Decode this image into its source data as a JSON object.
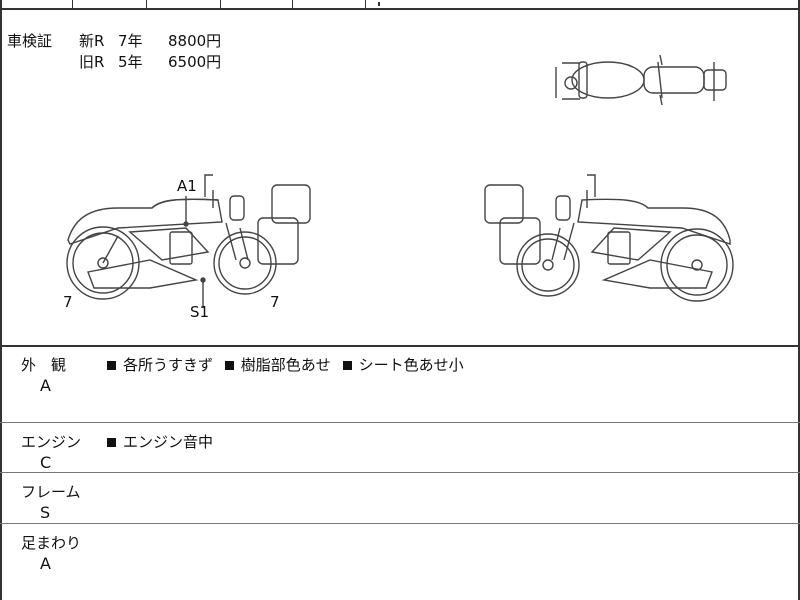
{
  "inspection": {
    "label": "車検証",
    "new": {
      "cat": "新R",
      "years": "7年",
      "fee": "8800円"
    },
    "old": {
      "cat": "旧R",
      "years": "5年",
      "fee": "6500円"
    }
  },
  "marks": {
    "a1": "A1",
    "s1": "S1",
    "left_front": "7",
    "left_rear": "7"
  },
  "sections": [
    {
      "label": "外　観",
      "grade": "A",
      "notes": [
        "各所うすきず",
        "樹脂部色あせ",
        "シート色あせ小"
      ]
    },
    {
      "label": "エンジン",
      "grade": "C",
      "notes": [
        "エンジン音中"
      ]
    },
    {
      "label": "フレーム",
      "grade": "S",
      "notes": []
    },
    {
      "label": "足まわり",
      "grade": "A",
      "notes": []
    }
  ]
}
